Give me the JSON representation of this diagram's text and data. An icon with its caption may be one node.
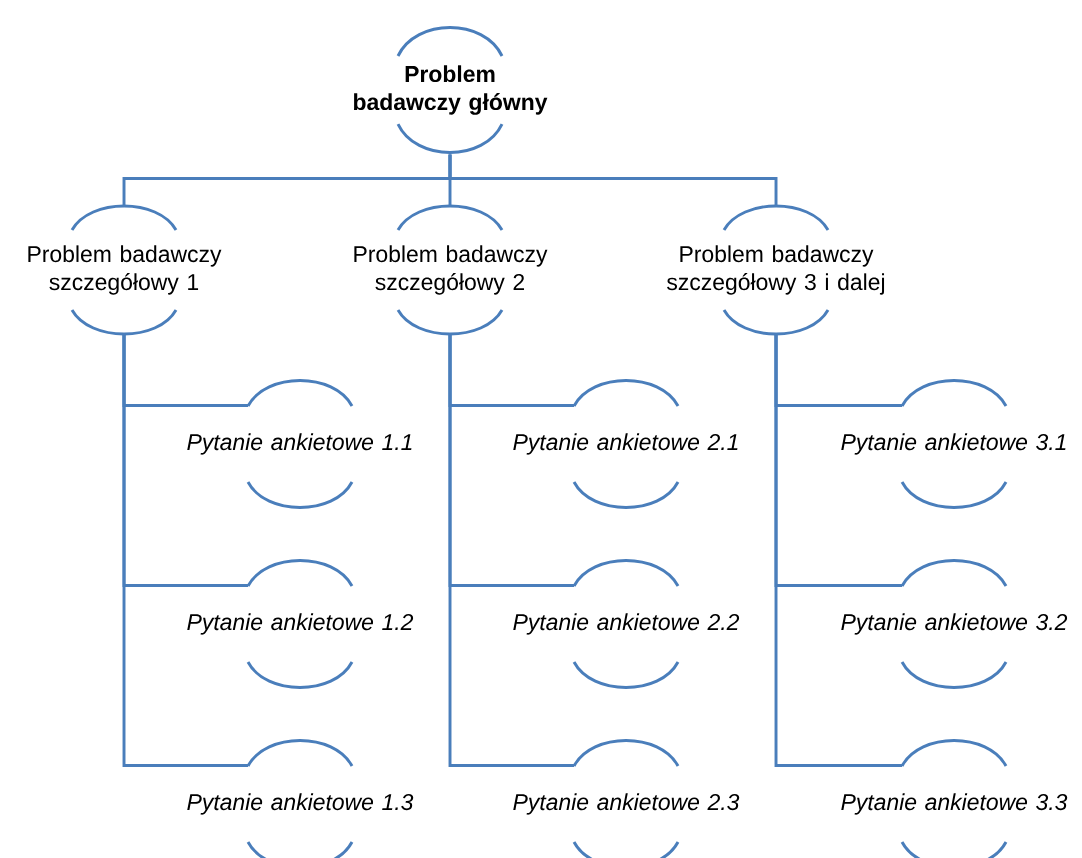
{
  "diagram": {
    "nodes": [
      {
        "text": [
          "Problem badawczy główny"
        ]
      },
      {
        "text": [
          "Problem badawczy szczegółowy 1"
        ]
      },
      {
        "text": [
          "Problem badawczy szczegółowy 2"
        ]
      },
      {
        "text": [
          "Problem badawczy szczegółowy 3 i dalej"
        ]
      },
      {
        "text": [
          "Pytanie ankietowe 1.1"
        ]
      },
      {
        "text": [
          "Pytanie ankietowe 1.2"
        ]
      },
      {
        "text": [
          "Pytanie ankietowe 1.3"
        ]
      },
      {
        "text": [
          "Pytanie ankietowe 2.1"
        ]
      },
      {
        "text": [
          "Pytanie ankietowe 2.2"
        ]
      },
      {
        "text": [
          "Pytanie ankietowe 2.3"
        ]
      },
      {
        "text": [
          "Pytanie ankietowe 3.1"
        ]
      },
      {
        "text": [
          "Pytanie ankietowe 3.2"
        ]
      },
      {
        "text": [
          "Pytanie ankietowe 3.3"
        ]
      }
    ],
    "edges": [
      {
        "from": 0,
        "to": 1,
        "arrow": "none"
      },
      {
        "from": 0,
        "to": 2,
        "arrow": "none"
      },
      {
        "from": 0,
        "to": 3,
        "arrow": "none"
      },
      {
        "from": 1,
        "to": 4,
        "arrow": "none"
      },
      {
        "from": 1,
        "to": 5,
        "arrow": "none"
      },
      {
        "from": 1,
        "to": 6,
        "arrow": "none"
      },
      {
        "from": 2,
        "to": 7,
        "arrow": "none"
      },
      {
        "from": 2,
        "to": 8,
        "arrow": "none"
      },
      {
        "from": 2,
        "to": 9,
        "arrow": "none"
      },
      {
        "from": 3,
        "to": 10,
        "arrow": "none"
      },
      {
        "from": 3,
        "to": 11,
        "arrow": "none"
      },
      {
        "from": 3,
        "to": 12,
        "arrow": "none"
      }
    ]
  }
}
